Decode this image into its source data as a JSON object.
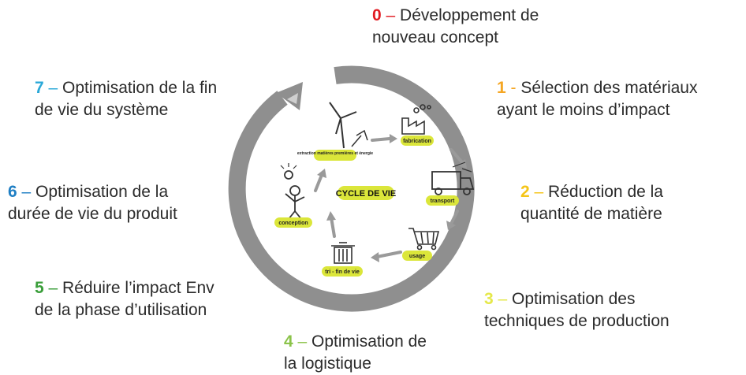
{
  "colors": {
    "ring": "#8f8f8f",
    "pill": "#dbe63a",
    "arrow": "#9a9a9a",
    "step0": "#e11b22",
    "step1": "#f5a623",
    "step2": "#f5c518",
    "step3": "#e5e84a",
    "step4": "#8bc34a",
    "step5": "#3a9e3a",
    "step6": "#1f7fc4",
    "step7": "#2aa8d8"
  },
  "center_label": "CYCLE DE VIE",
  "stages": {
    "extraction": "extraction matières premières et énergie",
    "fabrication": "fabrication",
    "transport": "transport",
    "usage": "usage",
    "fin_de_vie": "tri - fin de vie",
    "conception": "conception"
  },
  "steps": [
    {
      "num": "0",
      "dash": " – ",
      "line1": "Développement de",
      "line2": "nouveau concept"
    },
    {
      "num": "1",
      "dash": " - ",
      "line1": "Sélection des matériaux",
      "line2": "ayant le moins d’impact"
    },
    {
      "num": "2",
      "dash": " – ",
      "line1": "Réduction de la",
      "line2": "quantité de matière"
    },
    {
      "num": "3",
      "dash": " – ",
      "line1": "Optimisation des",
      "line2": "techniques de production"
    },
    {
      "num": "4",
      "dash": " – ",
      "line1": "Optimisation de",
      "line2": "la logistique"
    },
    {
      "num": "5",
      "dash": " – ",
      "line1": "Réduire l’impact Env",
      "line2": "de la phase d’utilisation"
    },
    {
      "num": "6",
      "dash": " – ",
      "line1": "Optimisation de la",
      "line2": "durée de vie du produit"
    },
    {
      "num": "7",
      "dash": " – ",
      "line1": "Optimisation de la fin",
      "line2": "de vie du système"
    }
  ]
}
